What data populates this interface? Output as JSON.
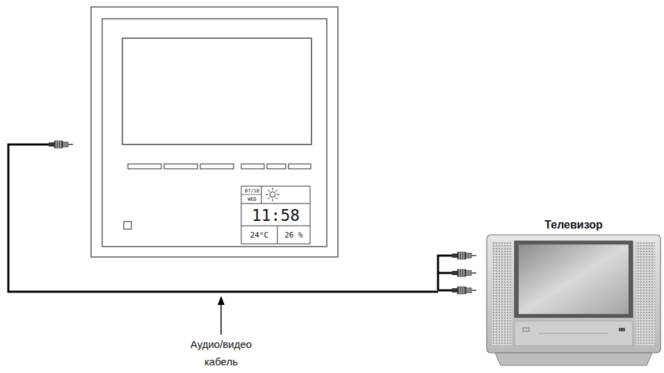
{
  "diagram": {
    "nodes": [
      {
        "text": [
          "07/18",
          "WED",
          "11:58",
          "24°C",
          "26 %"
        ]
      },
      {
        "text": [
          "Телевизор"
        ]
      }
    ],
    "labels": [
      "Аудио/видео кабель"
    ]
  }
}
